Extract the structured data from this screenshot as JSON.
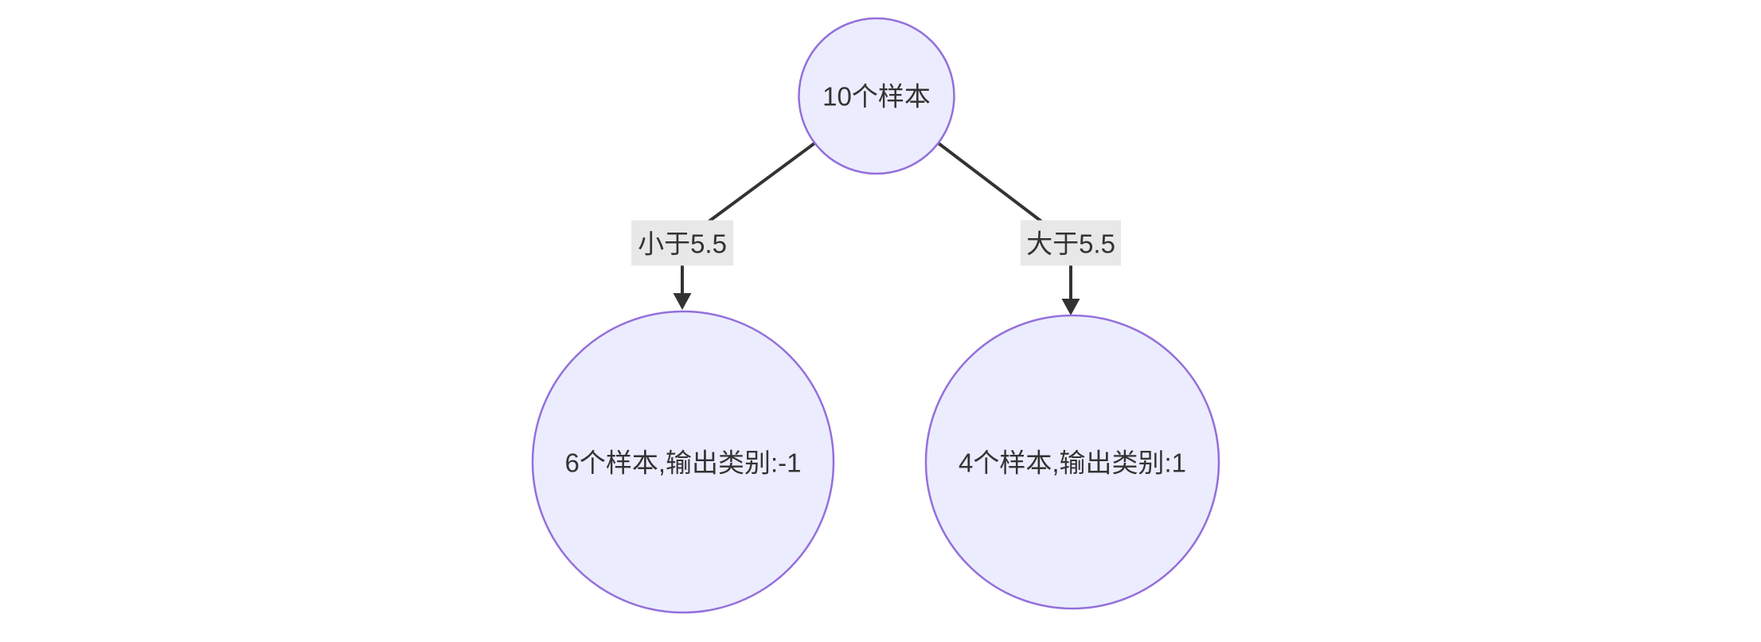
{
  "diagram": {
    "type": "decision-tree",
    "nodes": {
      "root": {
        "label": "10个样本"
      },
      "left_leaf": {
        "label": "6个样本,输出类别:-1"
      },
      "right_leaf": {
        "label": "4个样本,输出类别:1"
      }
    },
    "edges": {
      "left": {
        "label": "小于5.5",
        "from": "root",
        "to": "left_leaf"
      },
      "right": {
        "label": "大于5.5",
        "from": "root",
        "to": "right_leaf"
      }
    },
    "colors": {
      "node_fill": "#ECECFF",
      "node_border": "#9370DB",
      "edge_line": "#333333",
      "edge_label_bg": "#e8e8e8",
      "text": "#333333",
      "background": "#ffffff"
    }
  }
}
